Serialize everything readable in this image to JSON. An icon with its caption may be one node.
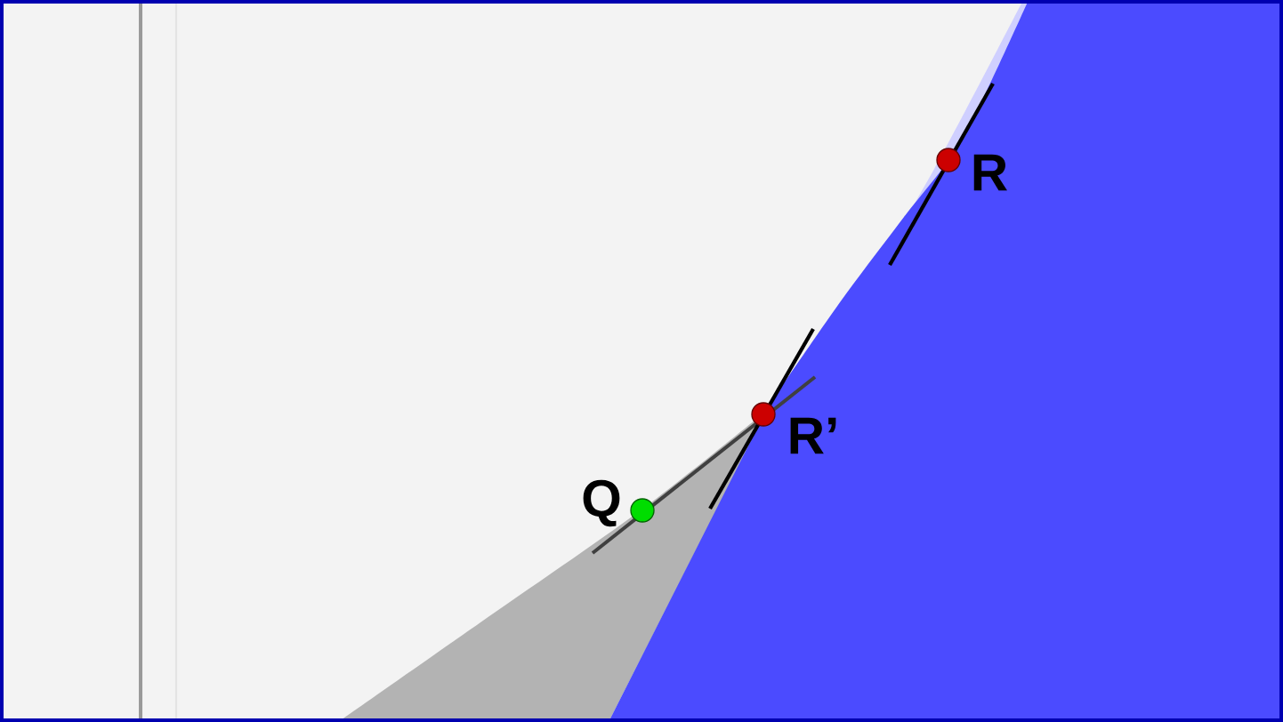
{
  "diagram": {
    "labels": [
      "R",
      "R’",
      "Q"
    ]
  }
}
